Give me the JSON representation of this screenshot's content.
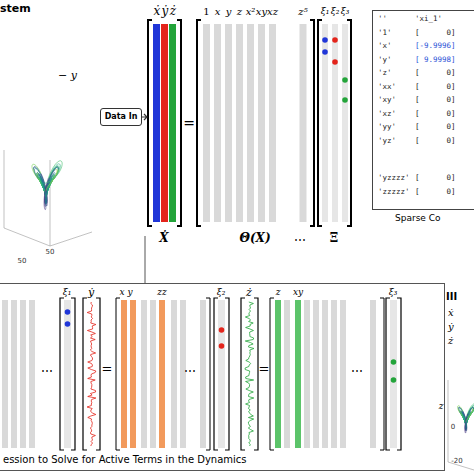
{
  "diagram": {
    "nodes": [
      {
        "text": [
          "Data In"
        ]
      },
      {
        "text": [
          "''",
          "'xi_1'",
          "'1'",
          "[      0]",
          "'x'",
          "[-9.9996]",
          "'y'",
          "[ 9.9998]",
          "'z'",
          "[      0]",
          "'xx'",
          "[      0]",
          "'xy'",
          "[      0]",
          "'xz'",
          "[      0]",
          "'yy'",
          "[      0]",
          "'yz'",
          "[      0]",
          "'yzzzz'",
          "[      0]",
          "'zzzzz'",
          "[      0]",
          "Sparse Co"
        ]
      },
      {
        "text": [
          "ession to Solve for Active Terms in the Dynamics"
        ]
      }
    ],
    "labels": [
      "stem",
      "− y",
      "50",
      "50",
      "ẋ",
      "ẏ",
      "ż",
      "1",
      "x",
      "y",
      "z",
      "x²",
      "xy",
      "xz",
      "z⁵",
      "ξ₁",
      "ξ₂",
      "ξ₃",
      "Ẋ",
      "=",
      "Θ(X)",
      "⋯",
      "Ξ",
      "⋯",
      "ξ₁",
      "ẏ",
      "=",
      "x y",
      "zz",
      "⋯",
      "ξ₂",
      "ż",
      "=",
      "z",
      "xy",
      "⋯",
      "ξ₃",
      "III",
      "ẋ",
      "ẏ",
      "ż",
      "z",
      "0",
      "-20"
    ]
  }
}
